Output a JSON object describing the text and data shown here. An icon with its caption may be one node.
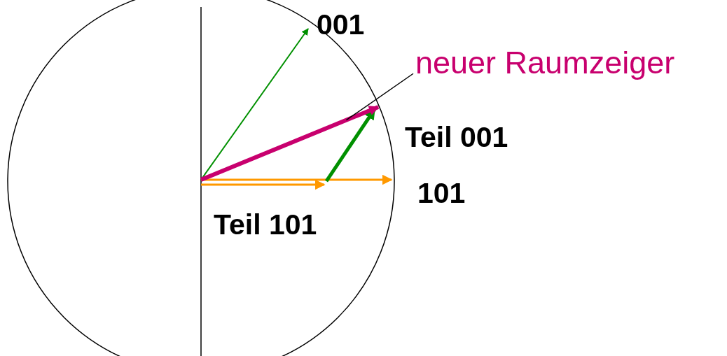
{
  "diagram": {
    "nodes": [
      {
        "text": [
          "neuer Raumzeiger"
        ]
      },
      {
        "text": [],
        "shape": "arrow"
      }
    ],
    "edges": [
      {
        "from": 0,
        "to": 1,
        "arrow": "none"
      }
    ],
    "labels": [
      "001",
      "Teil 001",
      "101",
      "Teil 101"
    ]
  }
}
